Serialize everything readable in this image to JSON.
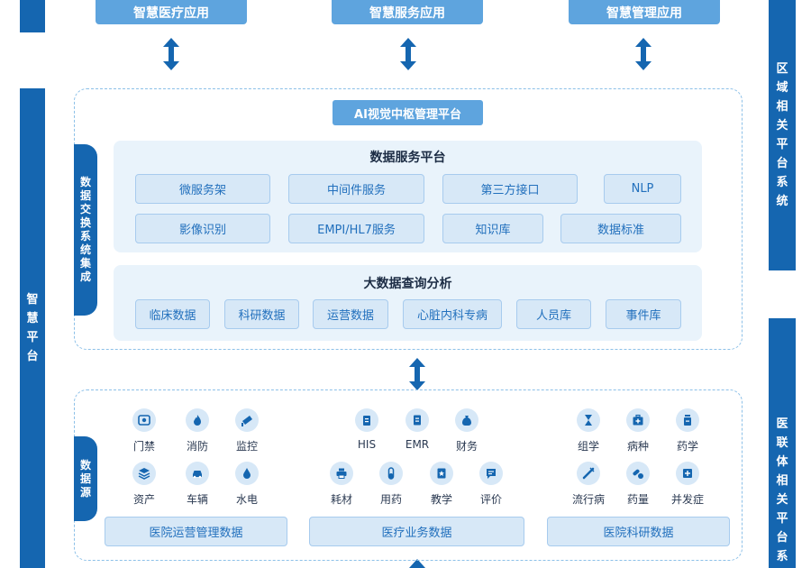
{
  "top_apps": [
    "智慧医疗应用",
    "智慧服务应用",
    "智慧管理应用"
  ],
  "left_bar": [
    "智",
    "慧",
    "平",
    "台"
  ],
  "right_bar_top": [
    "区",
    "域",
    "相",
    "关",
    "平",
    "台",
    "系",
    "统"
  ],
  "right_bar_bottom": [
    "医",
    "联",
    "体",
    "相",
    "关",
    "平",
    "台",
    "系"
  ],
  "platform": {
    "title": "AI视觉中枢管理平台",
    "side_tab": [
      "数",
      "据",
      "交",
      "换",
      "系",
      "统",
      "集",
      "成"
    ],
    "data_service": {
      "title": "数据服务平台",
      "row1": [
        "微服务架",
        "中间件服务",
        "第三方接口",
        "NLP"
      ],
      "row2": [
        "影像识别",
        "EMPI/HL7服务",
        "知识库",
        "数据标准"
      ]
    },
    "big_data": {
      "title": "大数据查询分析",
      "items": [
        "临床数据",
        "科研数据",
        "运营数据",
        "心脏内科专病",
        "人员库",
        "事件库"
      ]
    }
  },
  "data_source": {
    "side_tab": [
      "数",
      "据",
      "源"
    ],
    "group1": {
      "icons": [
        {
          "label": "门禁",
          "icon": "door-camera-icon"
        },
        {
          "label": "消防",
          "icon": "flame-icon"
        },
        {
          "label": "监控",
          "icon": "cctv-icon"
        },
        {
          "label": "资产",
          "icon": "layers-icon"
        },
        {
          "label": "车辆",
          "icon": "car-icon"
        },
        {
          "label": "水电",
          "icon": "water-drop-icon"
        }
      ],
      "footer": "医院运营管理数据"
    },
    "group2": {
      "icons": [
        {
          "label": "HIS",
          "icon": "clipboard-icon"
        },
        {
          "label": "EMR",
          "icon": "document-icon"
        },
        {
          "label": "财务",
          "icon": "money-bag-icon"
        },
        {
          "label": "耗材",
          "icon": "printer-icon"
        },
        {
          "label": "用药",
          "icon": "pill-icon"
        },
        {
          "label": "教学",
          "icon": "book-icon"
        },
        {
          "label": "评价",
          "icon": "comment-icon"
        }
      ],
      "footer": "医疗业务数据"
    },
    "group3": {
      "icons": [
        {
          "label": "组学",
          "icon": "hourglass-icon"
        },
        {
          "label": "病种",
          "icon": "medkit-icon"
        },
        {
          "label": "药学",
          "icon": "medicine-bottle-icon"
        },
        {
          "label": "流行病",
          "icon": "syringe-icon"
        },
        {
          "label": "药量",
          "icon": "capsules-icon"
        },
        {
          "label": "并发症",
          "icon": "medical-file-icon"
        }
      ],
      "footer": "医院科研数据"
    }
  },
  "colors": {
    "dark_blue": "#1566b0",
    "mid_blue": "#5ea4de",
    "chip_bg": "#d7e8f7",
    "panel_bg": "#e9f3fb"
  }
}
